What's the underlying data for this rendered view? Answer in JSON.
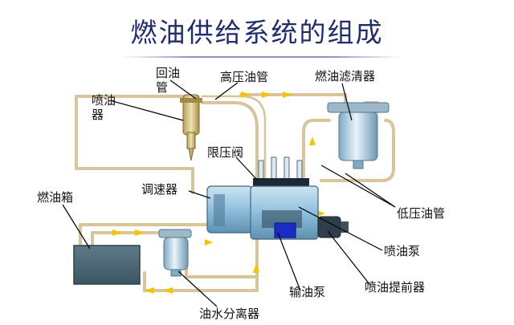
{
  "title": "燃油供给系统的组成",
  "labels": {
    "return_pipe": "回油管",
    "high_pressure_pipe": "高压油管",
    "fuel_filter": "燃油滤清器",
    "injector": "喷油器",
    "pressure_limit_valve": "限压阀",
    "governor": "调速器",
    "fuel_tank": "燃油箱",
    "low_pressure_pipe": "低压油管",
    "injection_pump": "喷油泵",
    "transfer_pump": "输油泵",
    "injection_advancer": "喷油提前器",
    "water_separator": "油水分离器"
  },
  "colors": {
    "title": "#1f2d6e",
    "pipe": "#d9c49c",
    "arrow": "#f2c500",
    "tank": "#4a6675",
    "pump_body": "#7fb4d2",
    "transfer_pump": "#1a2cc4"
  }
}
